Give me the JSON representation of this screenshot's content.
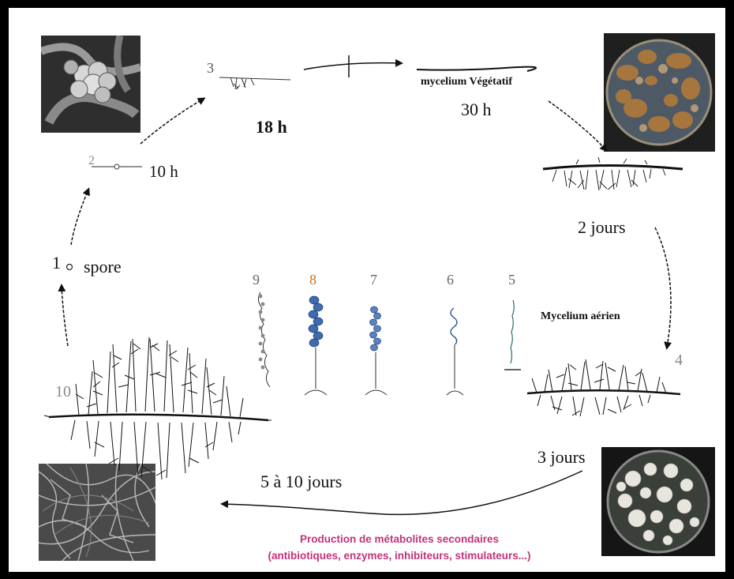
{
  "stages": {
    "s1": {
      "number": "1",
      "label": "spore"
    },
    "s2": {
      "number": "2",
      "time": "10 h"
    },
    "s3": {
      "number": "3",
      "time": "18 h"
    },
    "vegetative": {
      "label": "mycelium Végétatif",
      "time": "30 h"
    },
    "s_2days": {
      "time": "2 jours"
    },
    "aerial": {
      "label": "Mycelium aérien"
    },
    "s4": {
      "number": "4",
      "time": "3 jours"
    },
    "s10": {
      "number": "10",
      "time": "5 à 10 jours"
    },
    "sporulation": {
      "numbers": [
        "9",
        "8",
        "7",
        "6",
        "5"
      ]
    }
  },
  "production": {
    "line1": "Production de métabolites secondaires",
    "line2": "(antibiotiques, enzymes, inhibiteurs, stimulateurs...)"
  },
  "colors": {
    "frame": "#000000",
    "production_text": "#c2327a",
    "stage8_number": "#c07020",
    "chain_blue": "#2a4f8a"
  }
}
